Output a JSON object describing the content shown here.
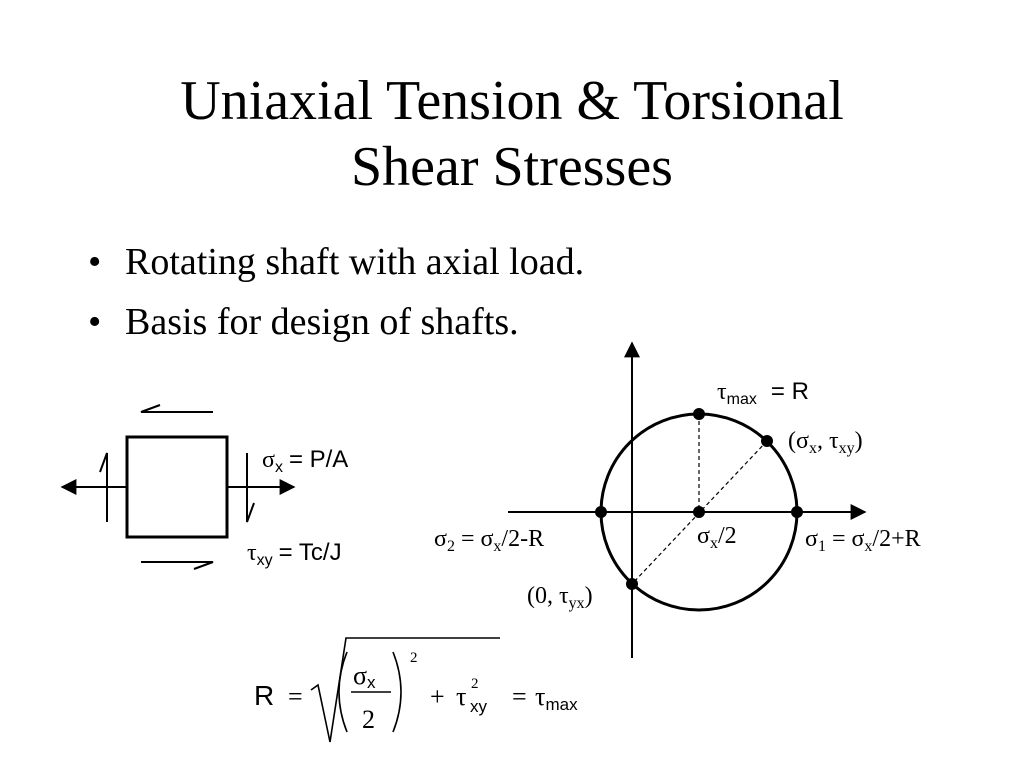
{
  "slide": {
    "title_line1": "Uniaxial Tension & Torsional",
    "title_line2": "Shear Stresses",
    "bullet_symbol": "•",
    "bullets": [
      {
        "text": "Rotating shaft with axial load."
      },
      {
        "text": "Basis for design of shafts."
      }
    ]
  },
  "element_labels": {
    "sigma_symbol": "σ",
    "sigma_sub": "x",
    "sigma_rhs": "= P/A",
    "tau_symbol": "τ",
    "tau_sub": "xy",
    "tau_rhs": "= Tc/J"
  },
  "mohr": {
    "tau_max_symbol": "τ",
    "tau_max_sub": "max",
    "tau_max_rhs": "= R",
    "point_xy": {
      "p1": "(σ",
      "s1": "x",
      "p2": ", τ",
      "s2": "xy",
      "p3": ")"
    },
    "sigma2": {
      "p1": "σ",
      "s1": "2",
      "p2": " = σ",
      "s2": "x",
      "p3": "/2-R"
    },
    "center": {
      "p1": "σ",
      "s1": "x",
      "p2": "/2"
    },
    "sigma1": {
      "p1": "σ",
      "s1": "1",
      "p2": " = σ",
      "s2": "x",
      "p3": "/2+R"
    },
    "point_yx": {
      "p1": "(0, τ",
      "s1": "yx",
      "p2": ")"
    }
  },
  "formula": {
    "lhs": "R",
    "eq": "=",
    "num_symbol": "σ",
    "num_sub": "x",
    "den": "2",
    "exp": "2",
    "plus": "+",
    "tau_symbol": "τ",
    "tau_sup": "2",
    "tau_sub": "xy",
    "eq2": "=",
    "rhs_symbol": "τ",
    "rhs_sub": "max"
  }
}
